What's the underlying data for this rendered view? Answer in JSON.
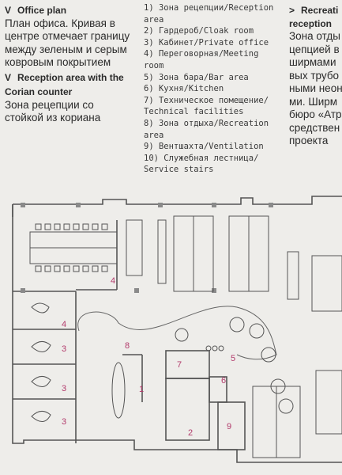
{
  "col1": {
    "heading_en": "Office plan",
    "heading_ru_lines": [
      "План офиса. Кривая в",
      "центре отмечает границу",
      "между зеленым и серым",
      "ковровым покрытием"
    ],
    "heading2_en_lines": [
      "Reception area with the",
      "Corian counter"
    ],
    "heading2_ru_lines": [
      "Зона рецепции со",
      "стойкой из кориана"
    ],
    "chevron": "V"
  },
  "legend": [
    "1) Зона рецепции/Reception",
    "area",
    "2) Гардероб/Cloak room",
    "3) Кабинет/Private office",
    "4) Переговорная/Meeting",
    "room",
    "5) Зона бара/Bar area",
    "6) Кухня/Kitchen",
    "7) Техническое помещение/",
    "Technical facilities",
    "8) Зона отдыха/Recreation",
    "area",
    "9) Вентшахта/Ventilation",
    "10) Служебная лестница/",
    "Service stairs"
  ],
  "col3": {
    "chevron": ">",
    "heading_lines": [
      "Recreati",
      "reception"
    ],
    "body_lines": [
      "Зона отды",
      "цепцией в",
      "ширмами",
      "вых трубо",
      "ными неон",
      "ми. Ширм",
      "бюро «Атр",
      "средствен",
      "проекта"
    ]
  },
  "room_numbers": [
    "4",
    "4",
    "3",
    "3",
    "3",
    "8",
    "7",
    "5",
    "6",
    "1",
    "2",
    "9"
  ]
}
